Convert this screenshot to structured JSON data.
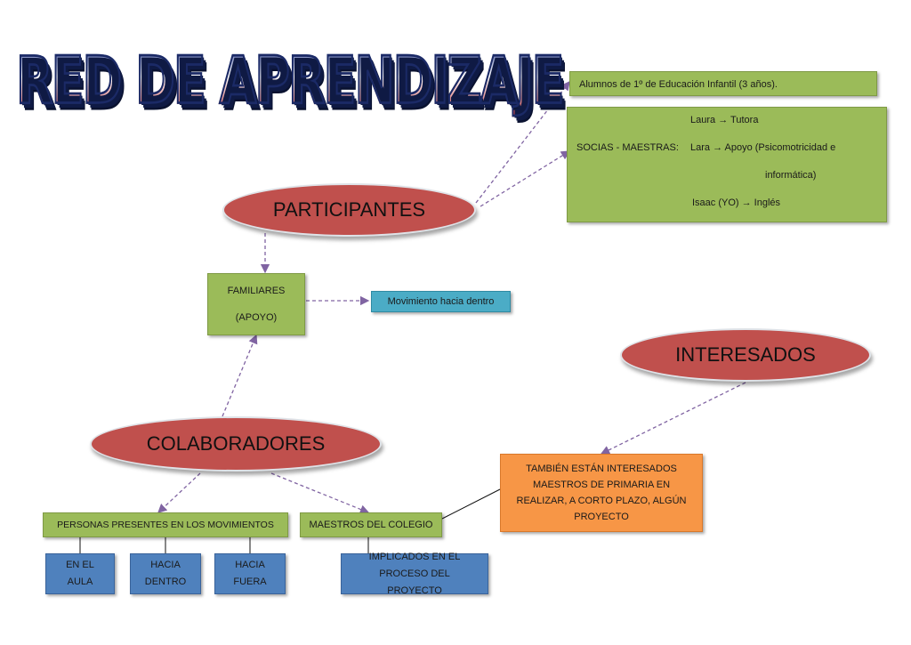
{
  "title": "RED DE APRENDIZAJE",
  "nodes": {
    "participantes": "PARTICIPANTES",
    "interesados": "INTERESADOS",
    "colaboradores": "COLABORADORES",
    "alumnos": "Alumnos de 1º de Educación Infantil (3 años).",
    "socias": {
      "label": "SOCIAS - MAESTRAS:",
      "laura": "Laura → Tutora",
      "lara": "Lara → Apoyo (Psicomotricidad e",
      "lara_cont": "informática)",
      "isaac": "Isaac (YO) → Inglés"
    },
    "familiares": {
      "line1": "FAMILIARES",
      "line2": "(APOYO)"
    },
    "movimiento": "Movimiento hacia dentro",
    "tambien": "TAMBIÉN ESTÁN INTERESADOS MAESTROS DE PRIMARIA EN REALIZAR, A CORTO PLAZO, ALGÚN PROYECTO",
    "personas": "PERSONAS PRESENTES EN LOS MOVIMIENTOS",
    "maestros_colegio": "MAESTROS DEL COLEGIO",
    "en_el_aula": "EN EL AULA",
    "hacia_dentro": "HACIA DENTRO",
    "hacia_fuera": "HACIA FUERA",
    "implicados": "IMPLICADOS EN EL PROCESO DEL PROYECTO"
  },
  "colors": {
    "oval": "#c0504d",
    "green": "#9bbb59",
    "blue": "#4f81bd",
    "orange": "#f79646",
    "cyan": "#4bacc6",
    "arrow": "#8064a2"
  }
}
